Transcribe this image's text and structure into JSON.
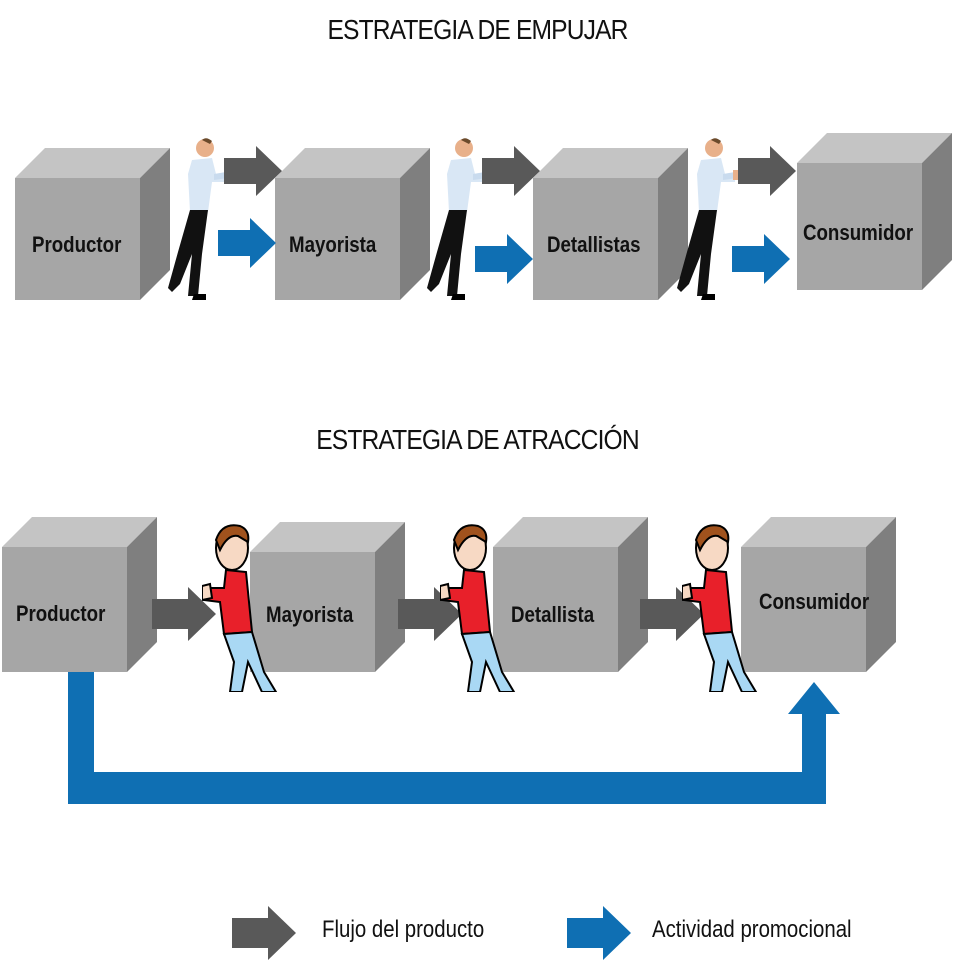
{
  "push": {
    "title": "ESTRATEGIA DE  EMPUJAR",
    "boxes": [
      "Productor",
      "Mayorista",
      "Detallistas",
      "Consumidor"
    ]
  },
  "pull": {
    "title": "ESTRATEGIA DE ATRACCIÓN",
    "boxes": [
      "Productor",
      "Mayorista",
      "Detallista",
      "Consumidor"
    ]
  },
  "legend": {
    "product_flow": "Flujo del  producto",
    "promotional_activity": "Actividad promocional"
  },
  "colors": {
    "product_arrow": "#595959",
    "promo_arrow": "#0f6fb3",
    "cube_front": "#a6a6a6",
    "cube_top": "#c4c4c4",
    "cube_side": "#7f7f7f"
  },
  "icons": {
    "push_person": "businessman-pushing-icon",
    "pull_person": "red-shirt-person-pulling-icon"
  }
}
